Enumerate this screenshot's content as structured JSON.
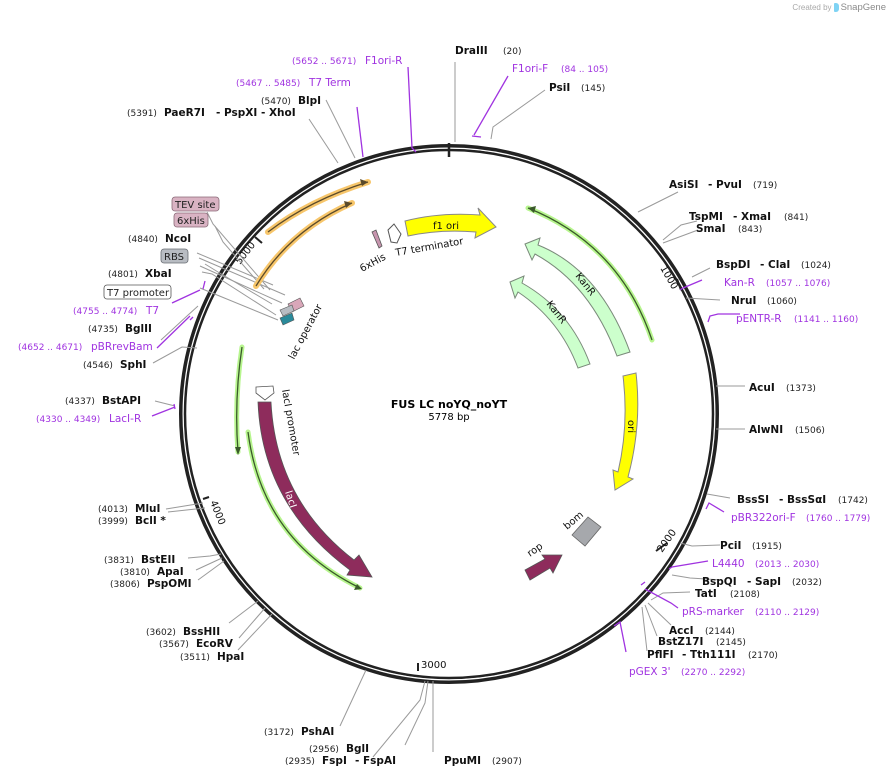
{
  "credit": {
    "prefix": "Created by",
    "brand": "SnapGene"
  },
  "plasmid": {
    "name": "FUS LC noYQ_noYT",
    "length_label": "5778 bp",
    "length": 5778
  },
  "ticks": [
    {
      "label": "1000",
      "pos": 1000
    },
    {
      "label": "2000",
      "pos": 2000
    },
    {
      "label": "3000",
      "pos": 3000
    },
    {
      "label": "4000",
      "pos": 4000
    },
    {
      "label": "5000",
      "pos": 5000
    }
  ],
  "enzymes": [
    {
      "name": "DraIII",
      "pos": "(20)"
    },
    {
      "name": "PsiI",
      "pos": "(145)"
    },
    {
      "name": "AsiSI",
      "extra": "- PvuI",
      "pos": "(719)"
    },
    {
      "name": "TspMI",
      "extra": "- XmaI",
      "pos": "(841)"
    },
    {
      "name": "SmaI",
      "pos": "(843)"
    },
    {
      "name": "BspDI",
      "extra": "- ClaI",
      "pos": "(1024)"
    },
    {
      "name": "NruI",
      "pos": "(1060)"
    },
    {
      "name": "AcuI",
      "pos": "(1373)"
    },
    {
      "name": "AlwNI",
      "pos": "(1506)"
    },
    {
      "name": "BssSI",
      "extra": "- BssSαI",
      "pos": "(1742)"
    },
    {
      "name": "PciI",
      "pos": "(1915)"
    },
    {
      "name": "BspQI",
      "extra": "- SapI",
      "pos": "(2032)"
    },
    {
      "name": "TatI",
      "pos": "(2108)"
    },
    {
      "name": "AccI",
      "pos": "(2144)"
    },
    {
      "name": "BstZ17I",
      "pos": "(2145)"
    },
    {
      "name": "PflFI",
      "extra": "- Tth111I",
      "pos": "(2170)"
    },
    {
      "name": "PpuMI",
      "pos": "(2907)"
    },
    {
      "name": "FspI",
      "extra": "- FspAI",
      "pos": "(2935)"
    },
    {
      "name": "BglI",
      "pos": "(2956)"
    },
    {
      "name": "PshAI",
      "pos": "(3172)"
    },
    {
      "name": "HpaI",
      "pos": "(3511)"
    },
    {
      "name": "EcoRV",
      "pos": "(3567)"
    },
    {
      "name": "BssHII",
      "pos": "(3602)"
    },
    {
      "name": "PspOMI",
      "pos": "(3806)"
    },
    {
      "name": "ApaI",
      "pos": "(3810)"
    },
    {
      "name": "BstEII",
      "pos": "(3831)"
    },
    {
      "name": "BclI *",
      "pos": "(3999)"
    },
    {
      "name": "MluI",
      "pos": "(4013)"
    },
    {
      "name": "BstAPI",
      "pos": "(4337)"
    },
    {
      "name": "SphI",
      "pos": "(4546)"
    },
    {
      "name": "BglII",
      "pos": "(4735)"
    },
    {
      "name": "XbaI",
      "pos": "(4801)"
    },
    {
      "name": "NcoI",
      "pos": "(4840)"
    },
    {
      "name": "PaeR7I",
      "extra": "- PspXI   - XhoI",
      "pos": "(5391)"
    },
    {
      "name": "BlpI",
      "pos": "(5470)"
    }
  ],
  "primers": [
    {
      "name": "F1ori-F",
      "range": "(84 .. 105)"
    },
    {
      "name": "Kan-R",
      "range": "(1057 .. 1076)"
    },
    {
      "name": "pENTR-R",
      "range": "(1141 .. 1160)"
    },
    {
      "name": "pBR322ori-F",
      "range": "(1760 .. 1779)"
    },
    {
      "name": "L4440",
      "range": "(2013 .. 2030)"
    },
    {
      "name": "pRS-marker",
      "range": "(2110 .. 2129)"
    },
    {
      "name": "pGEX 3'",
      "range": "(2270 .. 2292)"
    },
    {
      "name": "LacI-R",
      "range": "(4330 .. 4349)"
    },
    {
      "name": "pBRrevBam",
      "range": "(4652 .. 4671)"
    },
    {
      "name": "T7",
      "range": "(4755 .. 4774)"
    },
    {
      "name": "T7 Term",
      "range": "(5467 .. 5485)"
    },
    {
      "name": "F1ori-R",
      "range": "(5652 .. 5671)"
    }
  ],
  "boxed_features": [
    {
      "name": "TEV site",
      "color": "#d9a7b9"
    },
    {
      "name": "6xHis",
      "color": "#d9a7b9"
    },
    {
      "name": "RBS",
      "color": "#b8bcc2"
    },
    {
      "name": "T7 promoter",
      "color": "#ffffff"
    }
  ],
  "features": [
    {
      "name": "f1 ori",
      "color": "#ffff00"
    },
    {
      "name": "KanR",
      "color": "#ccffcc"
    },
    {
      "name": "KanR",
      "color": "#ccffcc"
    },
    {
      "name": "ori",
      "color": "#ffff00"
    },
    {
      "name": "bom",
      "color": "#a6a8ac"
    },
    {
      "name": "rop",
      "color": "#8e2c5c"
    },
    {
      "name": "lacI",
      "color": "#8e2c5c"
    },
    {
      "name": "lacI promoter",
      "color": "#ffffff"
    },
    {
      "name": "lac operator",
      "color": "#2a8a9a"
    },
    {
      "name": "T7 terminator",
      "color": "#ffffff"
    },
    {
      "name": "6xHis",
      "color": "#c795ae"
    }
  ],
  "colors": {
    "backbone": "#222222",
    "primer": "#a033e0",
    "orf_highlight": "#a6f07a",
    "insert_highlight": "#f7c66b"
  }
}
